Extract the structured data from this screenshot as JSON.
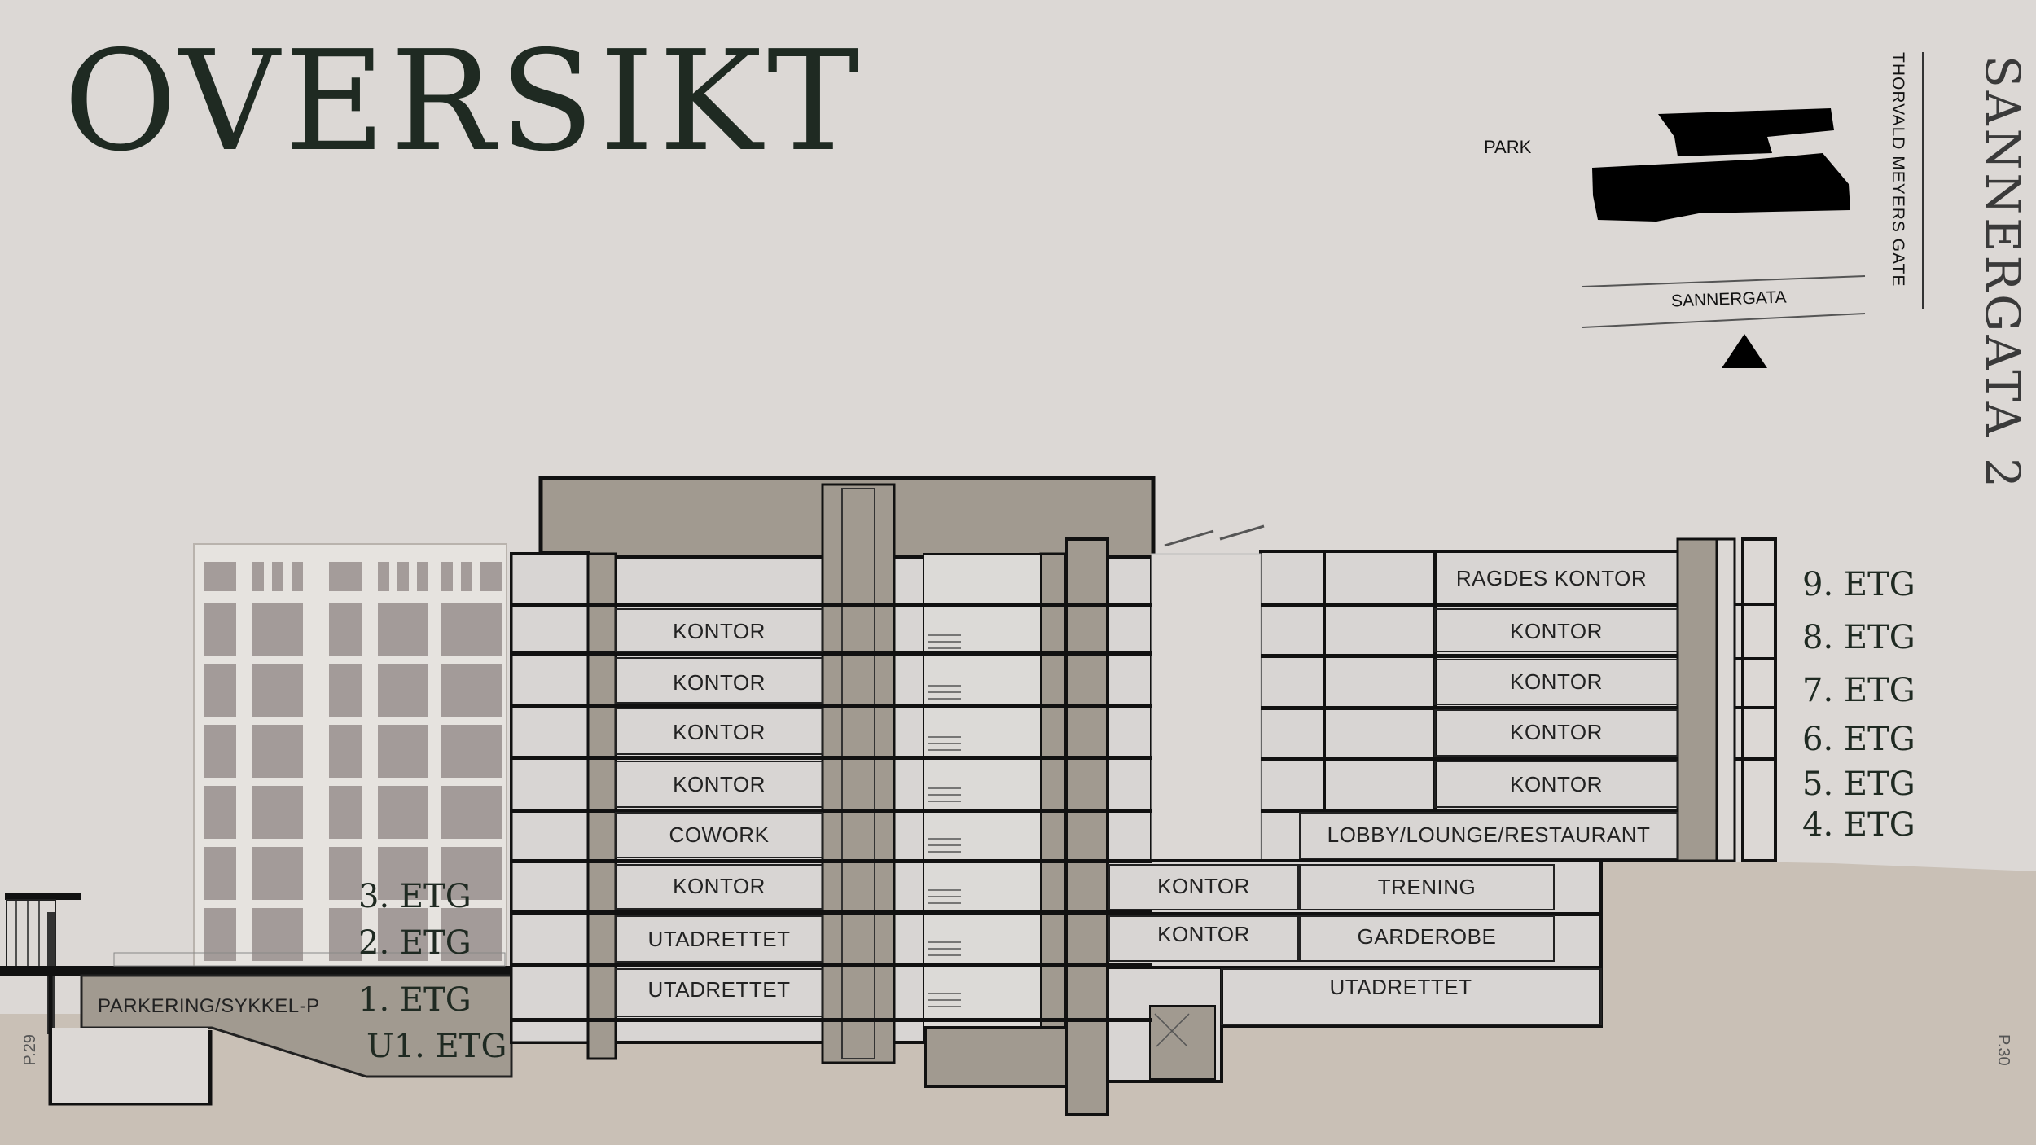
{
  "title": "OVERSIKT",
  "brand": "SANNERGATA 2",
  "map": {
    "park": "PARK",
    "street_vertical": "THORVALD MEYERS GATE",
    "street_horizontal": "SANNERGATA"
  },
  "pages": {
    "left": "P.29",
    "right": "P.30"
  },
  "rooms": {
    "r1": "RAGDES KONTOR",
    "l_k1": "KONTOR",
    "l_k2": "KONTOR",
    "l_k3": "KONTOR",
    "l_k4": "KONTOR",
    "l_cowork": "COWORK",
    "l_k5": "KONTOR",
    "l_ut1": "UTADRETTET",
    "l_ut2": "UTADRETTET",
    "r_k1": "KONTOR",
    "r_k2": "KONTOR",
    "r_k3": "KONTOR",
    "r_k4": "KONTOR",
    "lobby": "LOBBY/LOUNGE/RESTAURANT",
    "m_k1": "KONTOR",
    "m_k2": "KONTOR",
    "trening": "TRENING",
    "garderobe": "GARDEROBE",
    "r_ut": "UTADRETTET",
    "parking": "PARKERING/SYKKEL-P"
  },
  "floors_right": [
    "9. ETG",
    "8. ETG",
    "7. ETG",
    "6. ETG",
    "5. ETG",
    "4. ETG"
  ],
  "floors_left": [
    "3. ETG",
    "2. ETG",
    "1. ETG",
    "U1. ETG"
  ],
  "colors": {
    "background": "#dcd8d5",
    "concrete": "#a19a90",
    "room": "#d8d5d3",
    "ground": "#c9c0b6",
    "ink": "#1f2a22"
  }
}
